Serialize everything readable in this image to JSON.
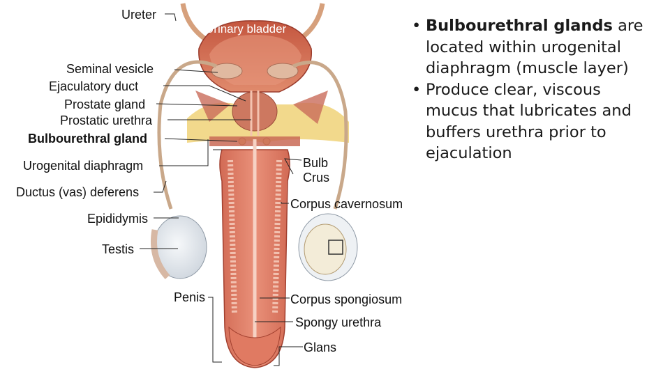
{
  "labels": {
    "ureter": "Ureter",
    "urinary_bladder": "Urinary bladder",
    "seminal_vesicle": "Seminal vesicle",
    "ejaculatory_duct": "Ejaculatory duct",
    "prostate_gland": "Prostate gland",
    "prostatic_urethra": "Prostatic urethra",
    "bulbourethral_gland": "Bulbourethral gland",
    "urogenital_diaphragm": "Urogenital diaphragm",
    "ductus_deferens": "Ductus (vas) deferens",
    "epididymis": "Epididymis",
    "testis": "Testis",
    "penis": "Penis",
    "bulb": "Bulb",
    "crus": "Crus",
    "corpus_cavernosum": "Corpus cavernosum",
    "corpus_spongiosum": "Corpus spongiosum",
    "spongy_urethra": "Spongy urethra",
    "glans": "Glans"
  },
  "bullets": [
    {
      "bold": "Bulbourethral glands",
      "text": " are located within urogenital diaphragm (muscle layer)"
    },
    {
      "bold": "",
      "text": "Produce clear, viscous mucus that lubricates and buffers urethra prior to ejaculation"
    }
  ],
  "bullet_glyph": "•",
  "colors": {
    "tissue": "#d9735f",
    "tissue_dark": "#b84a3a",
    "urethra_lining": "#f0b7a4",
    "fat": "#f3d98a",
    "testis": "#e8ecf1",
    "vessel": "#c9a88a",
    "leader_line": "#222222"
  }
}
